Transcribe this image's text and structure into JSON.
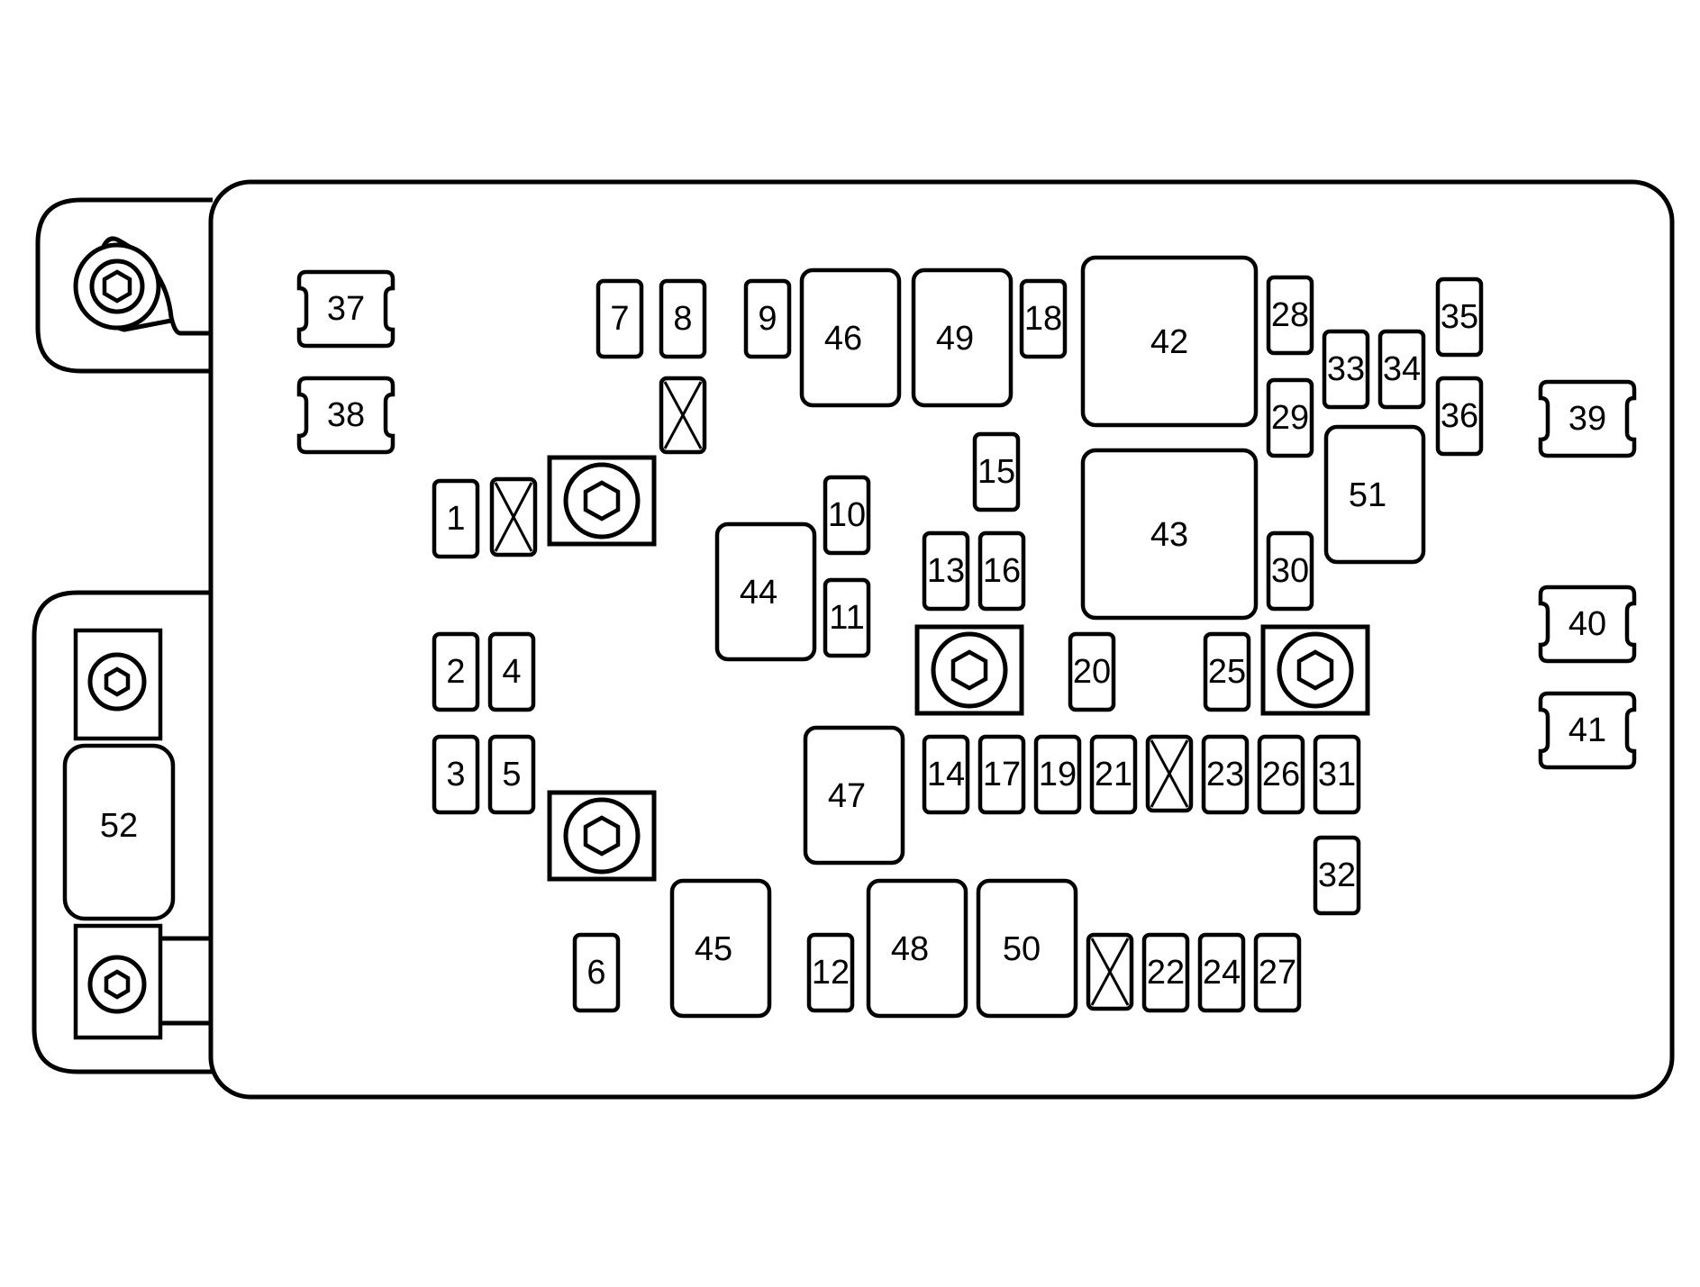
{
  "diagram": {
    "labels": {
      "f1": "1",
      "f2": "2",
      "f3": "3",
      "f4": "4",
      "f5": "5",
      "f6": "6",
      "f7": "7",
      "f8": "8",
      "f9": "9",
      "f10": "10",
      "f11": "11",
      "f12": "12",
      "f13": "13",
      "f14": "14",
      "f15": "15",
      "f16": "16",
      "f17": "17",
      "f18": "18",
      "f19": "19",
      "f20": "20",
      "f21": "21",
      "f22": "22",
      "f23": "23",
      "f24": "24",
      "f25": "25",
      "f26": "26",
      "f27": "27",
      "f28": "28",
      "f29": "29",
      "f30": "30",
      "f31": "31",
      "f32": "32",
      "f33": "33",
      "f34": "34",
      "f35": "35",
      "f36": "36",
      "f37": "37",
      "f38": "38",
      "f39": "39",
      "f40": "40",
      "f41": "41",
      "r42": "42",
      "r43": "43",
      "r44": "44",
      "r45": "45",
      "r46": "46",
      "r47": "47",
      "r48": "48",
      "r49": "49",
      "r50": "50",
      "r51": "51",
      "f52": "52"
    }
  }
}
